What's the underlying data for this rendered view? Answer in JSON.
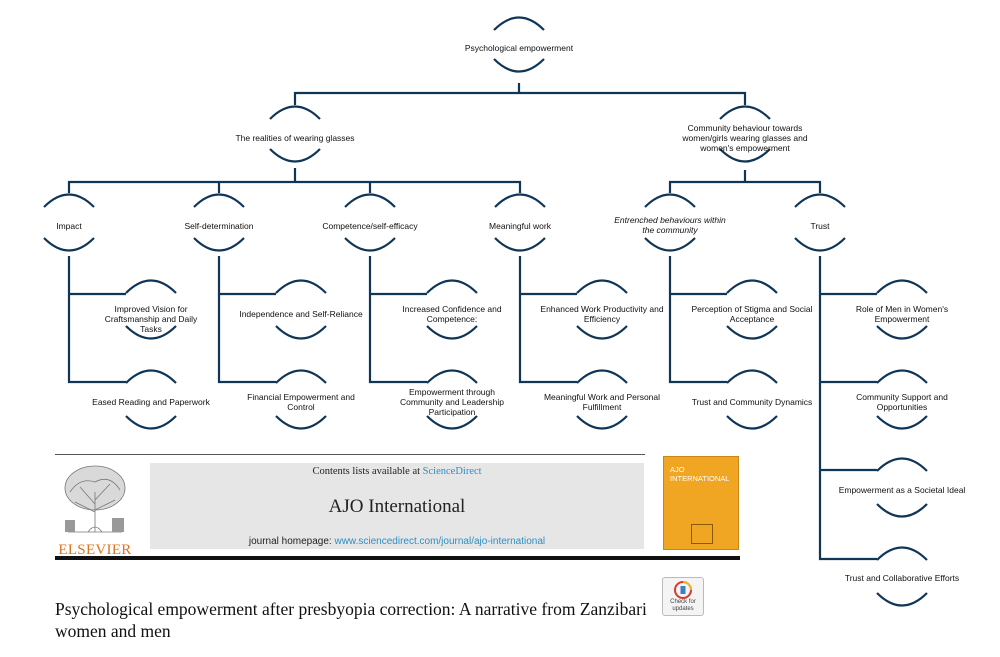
{
  "diagram": {
    "root": "Psychological empowerment",
    "branch_left": "The realities of wearing glasses",
    "branch_right": "Community behaviour towards women/girls wearing glasses and women's empowerment",
    "themes": {
      "impact": "Impact",
      "self_determination": "Self-determination",
      "competence": "Competence/self-efficacy",
      "meaningful_work": "Meaningful work",
      "entrenched": "Entrenched behaviours within the community",
      "trust": "Trust"
    },
    "subthemes": {
      "impact_1": "Improved Vision for Craftsmanship and Daily Tasks",
      "impact_2": "Eased Reading and Paperwork",
      "selfdet_1": "Independence and Self-Reliance",
      "selfdet_2": "Financial Empowerment and Control",
      "comp_1": "Increased Confidence and Competence:",
      "comp_2": "Empowerment through Community and Leadership Participation",
      "work_1": "Enhanced Work Productivity and Efficiency",
      "work_2": "Meaningful Work and Personal Fulfillment",
      "entr_1": "Perception of Stigma and Social Acceptance",
      "entr_2": "Trust and Community Dynamics",
      "trust_1": "Role of Men in Women's Empowerment",
      "trust_2": "Community Support and Opportunities",
      "trust_3": "Empowerment as a Societal Ideal",
      "trust_4": "Trust and Collaborative Efforts"
    },
    "line_color": "#0f3557"
  },
  "banner": {
    "publisher": "ELSEVIER",
    "contents_prefix": "Contents lists available at ",
    "contents_link": "ScienceDirect",
    "journal": "AJO International",
    "homepage_prefix": "journal homepage: ",
    "homepage_url": "www.sciencedirect.com/journal/ajo-international",
    "cover_title": "AJO INTERNATIONAL",
    "publisher_color": "#e0731c",
    "cover_color": "#f0a623",
    "link_color": "#2c8fc8"
  },
  "article_title": "Psychological empowerment after presbyopia correction: A narrative from Zanzibari women and men",
  "check_badge": "Check for updates"
}
